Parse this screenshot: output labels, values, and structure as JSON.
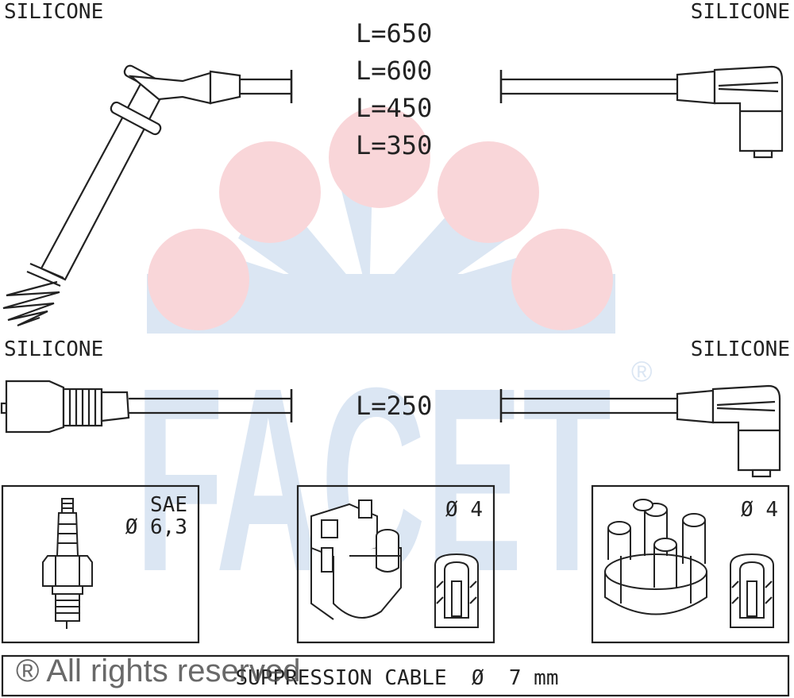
{
  "labels": {
    "silicone_top_left": "SILICONE",
    "silicone_top_right": "SILICONE",
    "silicone_mid_left": "SILICONE",
    "silicone_mid_right": "SILICONE",
    "lengths": [
      "L=650",
      "L=600",
      "L=450",
      "L=350"
    ],
    "length_short": "L=250",
    "plug_spec_line1": "SAE",
    "plug_spec_line2": "Ø 6,3",
    "coil_spec": "Ø 4",
    "distributor_spec": "Ø 4",
    "cable_spec": "SUPPRESSION CABLE  Ø  7 mm"
  },
  "watermark": {
    "brand": "FACET",
    "registered": "®",
    "copyright": "® All rights reserved"
  },
  "colors": {
    "line": "#222222",
    "brand_blue": "#dbe6f3",
    "brand_pink": "#f9d6d9"
  },
  "icons": [
    "spark-plug-icon",
    "ignition-coil-icon",
    "distributor-cap-icon",
    "cable-terminal-icon"
  ]
}
